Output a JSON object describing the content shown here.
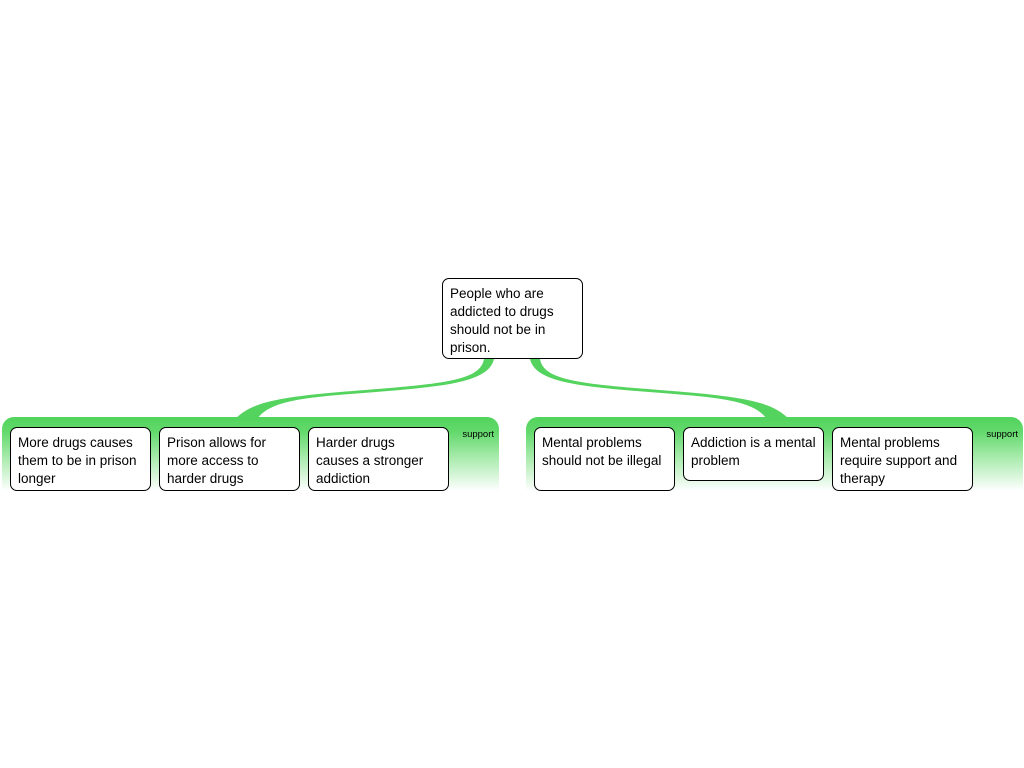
{
  "colors": {
    "connector": "#55d35f",
    "group_fill": "#51d35c",
    "node_border": "#000000",
    "node_fill": "#ffffff"
  },
  "root": {
    "text": "People who are addicted to drugs should not be in prison."
  },
  "groups": [
    {
      "label": "support",
      "nodes": [
        {
          "text": "More drugs causes them to be in prison longer"
        },
        {
          "text": "Prison allows for more access to harder drugs"
        },
        {
          "text": "Harder drugs causes a stronger addiction"
        }
      ]
    },
    {
      "label": "support",
      "nodes": [
        {
          "text": "Mental problems should not be illegal"
        },
        {
          "text": "Addiction is a mental problem"
        },
        {
          "text": "Mental problems require support and therapy"
        }
      ]
    }
  ]
}
